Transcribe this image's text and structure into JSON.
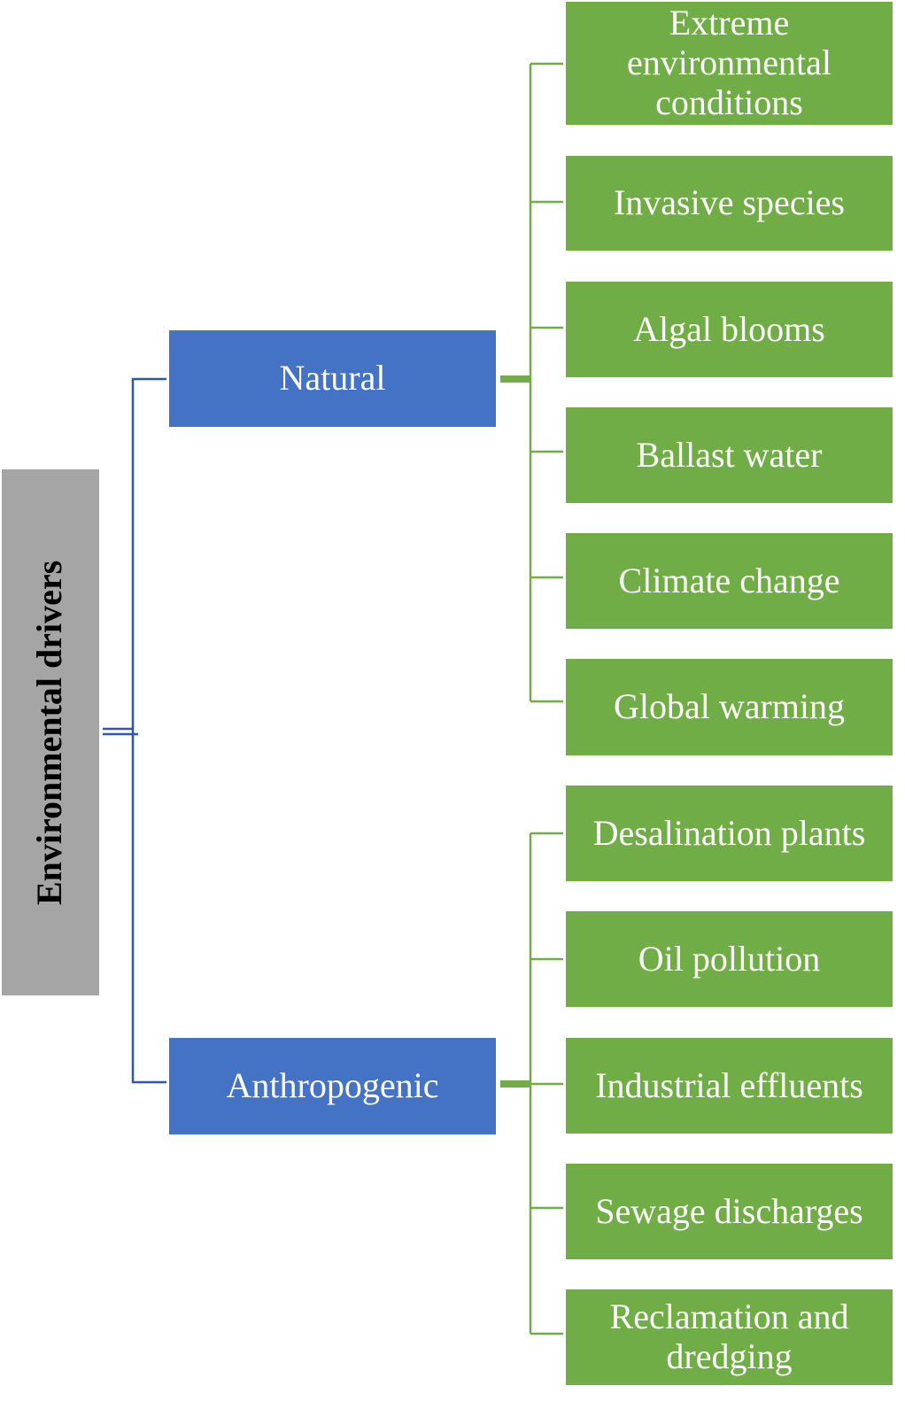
{
  "root": {
    "label": "Environmental drivers"
  },
  "categories": [
    {
      "label": "Natural",
      "items": [
        "Extreme environmental conditions",
        "Invasive species",
        "Algal blooms",
        "Ballast water",
        "Climate change",
        "Global warming"
      ]
    },
    {
      "label": "Anthropogenic",
      "items": [
        "Desalination plants",
        "Oil pollution",
        "Industrial effluents",
        "Sewage discharges",
        "Reclamation and dredging"
      ]
    }
  ],
  "colors": {
    "root_fill": "#a5a5a5",
    "category_fill": "#4472c4",
    "category_connector": "#2f55b8",
    "leaf_fill": "#70ad47",
    "leaf_connector": "#70ad47",
    "box_text": "#ffffff",
    "root_text": "#000000"
  }
}
